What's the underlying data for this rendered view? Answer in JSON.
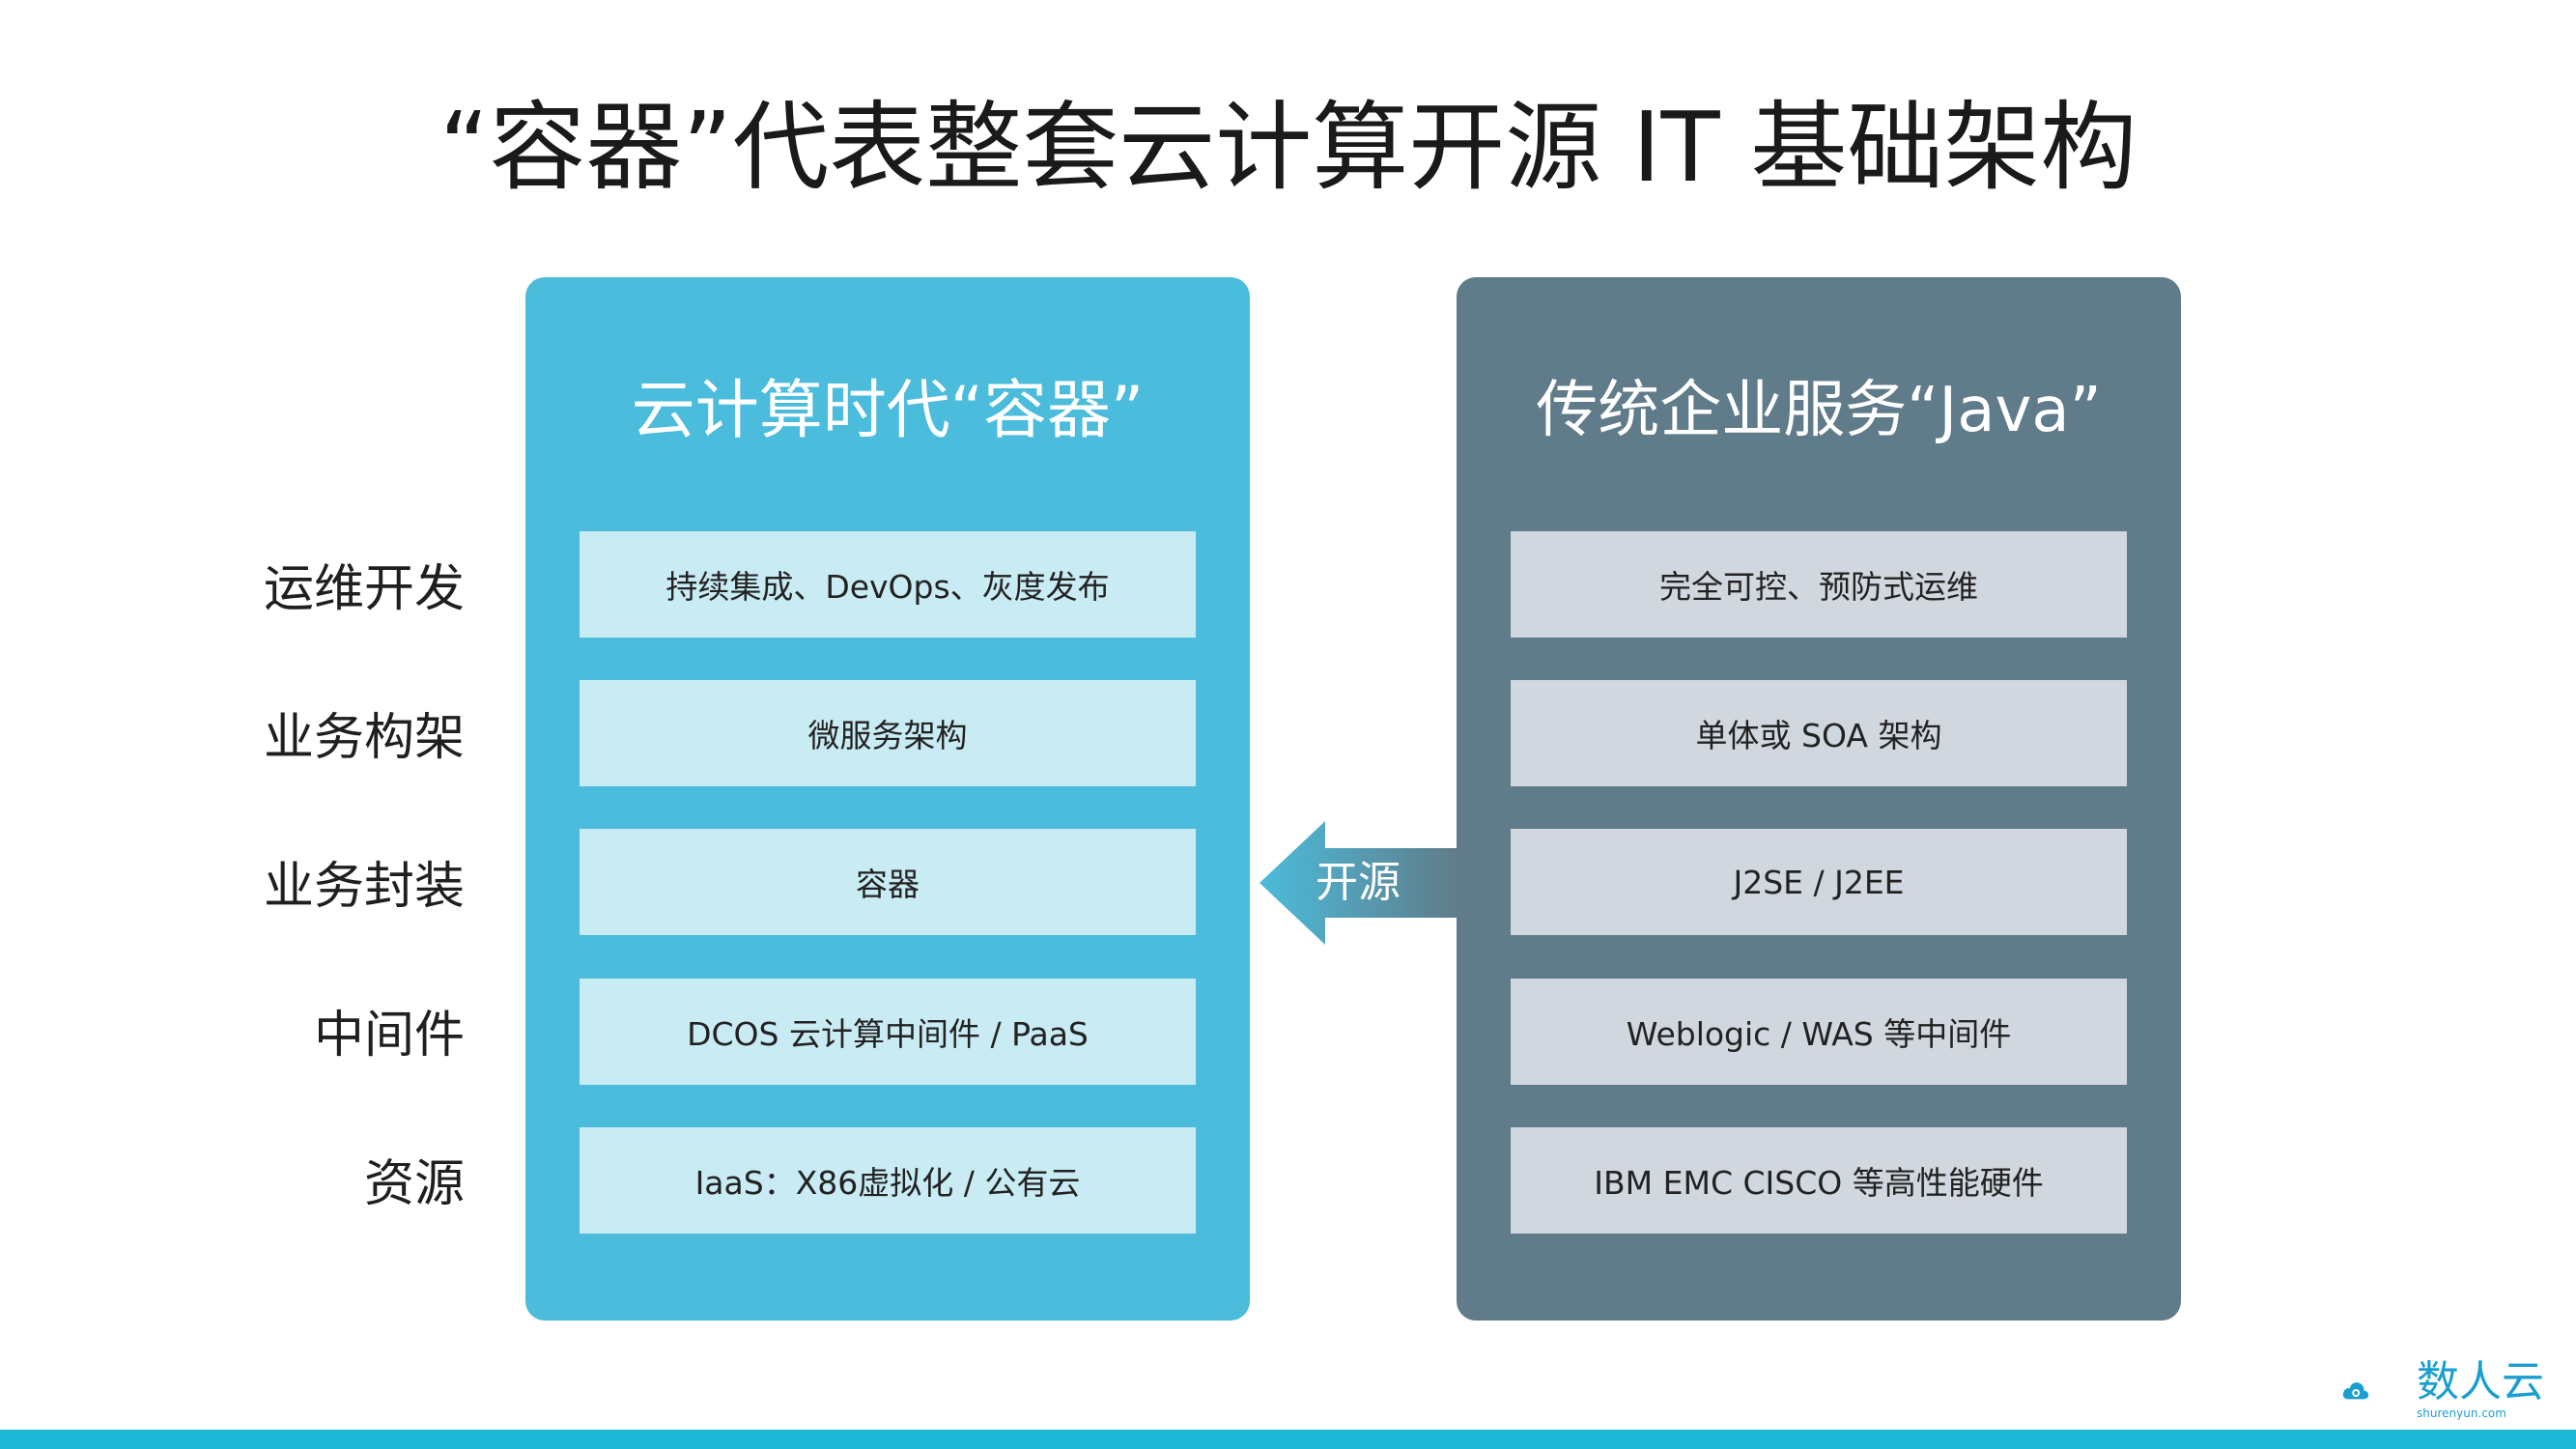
{
  "title": "“容器”代表整套云计算开源 IT 基础架构",
  "row_labels": [
    "运维开发",
    "业务构架",
    "业务封装",
    "中间件",
    "资源"
  ],
  "left_panel": {
    "title": "云计算时代“容器”",
    "items": [
      "持续集成、DevOps、灰度发布",
      "微服务架构",
      "容器",
      "DCOS 云计算中间件 / PaaS",
      "IaaS：X86虚拟化 / 公有云"
    ]
  },
  "right_panel": {
    "title": "传统企业服务“Java”",
    "items": [
      "完全可控、预防式运维",
      "单体或 SOA 架构",
      "J2SE / J2EE",
      "Weblogic / WAS 等中间件",
      "IBM EMC CISCO 等高性能硬件"
    ]
  },
  "arrow_label": "开源",
  "logo": {
    "name": "数人云",
    "url_text": "shurenyun.com"
  },
  "colors": {
    "left_panel": "#4bbcdb",
    "right_panel": "#607b89",
    "accent_bar": "#1cb8d6"
  }
}
